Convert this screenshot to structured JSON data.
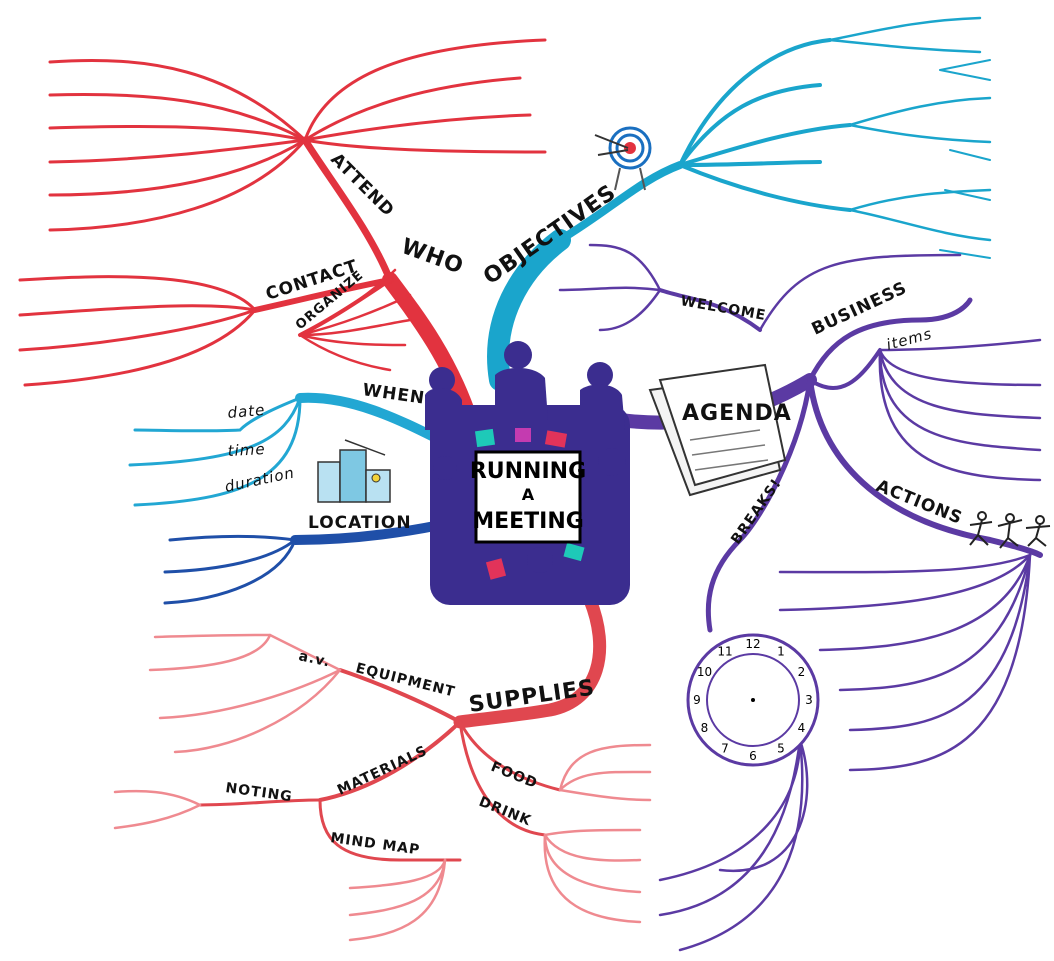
{
  "center": {
    "title_line1": "RUNNING",
    "title_line2": "A",
    "title_line3": "MEETING"
  },
  "branches": {
    "who": {
      "label": "WHO",
      "color": "#e2333f",
      "sub": {
        "attend": "ATTEND",
        "contact": "CONTACT",
        "organize": "ORGANIZE"
      }
    },
    "objectives": {
      "label": "OBJECTIVES",
      "color": "#1aa5cc"
    },
    "agenda": {
      "label": "AGENDA",
      "color": "#5b3aa3",
      "sub": {
        "welcome": "WELCOME",
        "business": "BUSINESS",
        "items": "items",
        "actions": "ACTIONS",
        "breaks": "BREAKS!"
      }
    },
    "when": {
      "label": "WHEN",
      "color": "#22a7d3",
      "sub": {
        "date": "date",
        "time": "time",
        "duration": "duration"
      }
    },
    "location": {
      "label": "LOCATION",
      "color": "#1f4fa8"
    },
    "supplies": {
      "label": "SUPPLIES",
      "color": "#e0474f",
      "sub": {
        "equipment": "EQUIPMENT",
        "av": "a.v.",
        "materials": "MATERIALS",
        "noting": "NOTING",
        "mind_map": "MIND MAP",
        "food": "FOOD",
        "drink": "DRINK"
      }
    }
  },
  "clock": {
    "numbers": [
      "12",
      "1",
      "2",
      "3",
      "4",
      "5",
      "6",
      "7",
      "8",
      "9",
      "10",
      "11"
    ]
  },
  "icons": {
    "target": "target-icon",
    "city": "city-buildings-icon",
    "papers": "agenda-papers-icon",
    "stick_figures": "stick-figures-icon",
    "clock": "clock-icon",
    "people": "meeting-people-icon"
  }
}
